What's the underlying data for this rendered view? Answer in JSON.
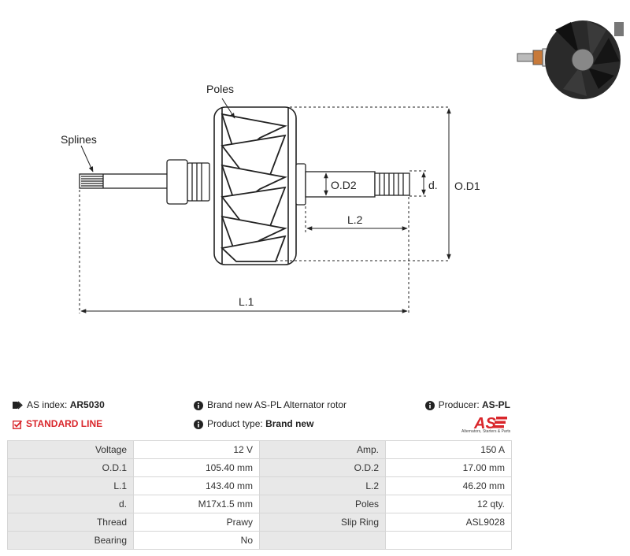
{
  "diagram": {
    "labels": {
      "poles": "Poles",
      "splines": "Splines",
      "od2": "O.D2",
      "d": "d.",
      "od1": "O.D1",
      "l2": "L.2",
      "l1": "L.1"
    }
  },
  "info": {
    "as_index_label": "AS index:",
    "as_index_value": "AR5030",
    "standard_line": "STANDARD LINE",
    "brand_text": "Brand new AS-PL Alternator rotor",
    "product_type_label": "Product type:",
    "product_type_value": "Brand new",
    "producer_label": "Producer:",
    "producer_value": "AS-PL",
    "logo_text": "AS",
    "logo_subtitle": "Alternators, Starters & Parts"
  },
  "specs": [
    {
      "k1": "Voltage",
      "v1": "12 V",
      "k2": "Amp.",
      "v2": "150 A"
    },
    {
      "k1": "O.D.1",
      "v1": "105.40 mm",
      "k2": "O.D.2",
      "v2": "17.00 mm"
    },
    {
      "k1": "L.1",
      "v1": "143.40 mm",
      "k2": "L.2",
      "v2": "46.20 mm"
    },
    {
      "k1": "d.",
      "v1": "M17x1.5 mm",
      "k2": "Poles",
      "v2": "12 qty."
    },
    {
      "k1": "Thread",
      "v1": "Prawy",
      "k2": "Slip Ring",
      "v2": "ASL9028"
    },
    {
      "k1": "Bearing",
      "v1": "No",
      "k2": "",
      "v2": ""
    }
  ],
  "colors": {
    "accent": "#d9262b",
    "label_bg": "#e8e8e8"
  }
}
